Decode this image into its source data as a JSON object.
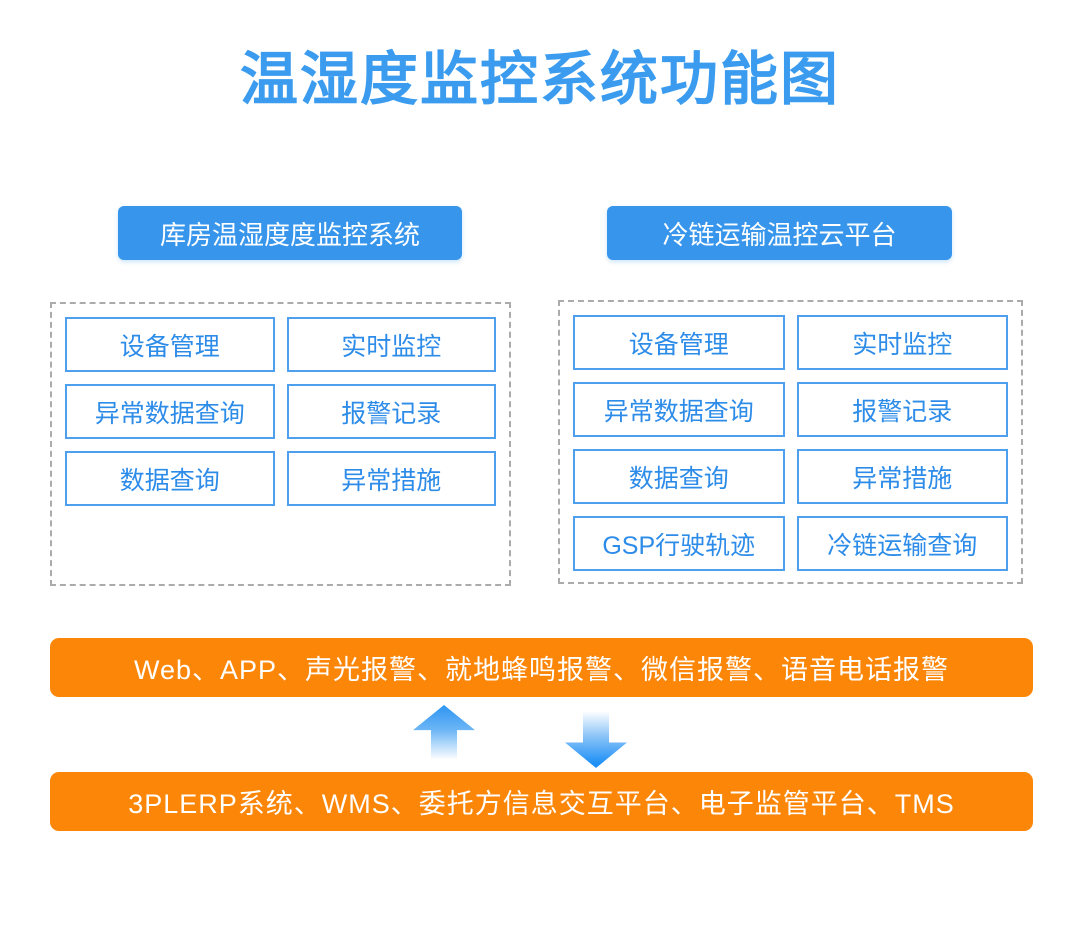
{
  "title": "温湿度监控系统功能图",
  "colors": {
    "title_blue": "#3B9CEF",
    "header_bg_blue": "#3796EC",
    "item_border_blue": "#4F9FEF",
    "item_text_blue": "#2E8CE9",
    "dashed_border_gray": "#ABABAB",
    "bar_orange": "#FB8608",
    "arrow_blue": "#2D94F2"
  },
  "groups": [
    {
      "header": "库房温湿度度监控系统",
      "items": [
        "设备管理",
        "实时监控",
        "异常数据查询",
        "报警记录",
        "数据查询",
        "异常措施"
      ]
    },
    {
      "header": "冷链运输温控云平台",
      "items": [
        "设备管理",
        "实时监控",
        "异常数据查询",
        "报警记录",
        "数据查询",
        "异常措施",
        "GSP行驶轨迹",
        "冷链运输查询"
      ]
    }
  ],
  "bars": {
    "alert_channels": "Web、APP、声光报警、就地蜂鸣报警、微信报警、语音电话报警",
    "external_systems": "3PLERP系统、WMS、委托方信息交互平台、电子监管平台、TMS"
  },
  "icons": {
    "up_arrow": "arrow-up-icon",
    "down_arrow": "arrow-down-icon"
  }
}
